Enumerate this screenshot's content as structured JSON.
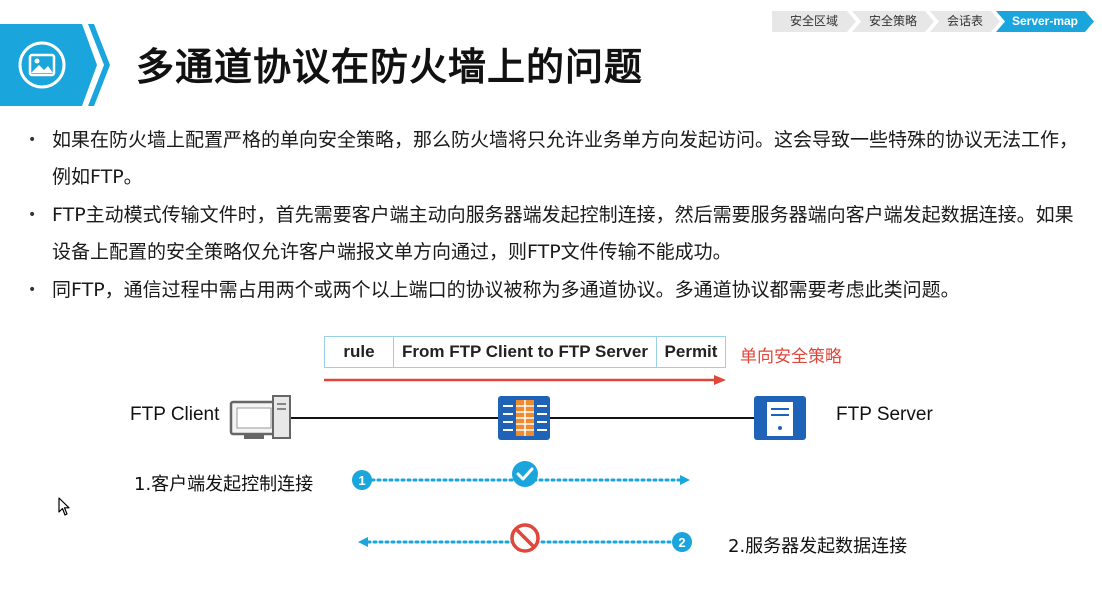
{
  "breadcrumb": {
    "items": [
      "安全区域",
      "安全策略",
      "会话表",
      "Server-map"
    ],
    "active_index": 3
  },
  "header": {
    "title": "多通道协议在防火墙上的问题",
    "icon": "image-icon",
    "accent_color": "#1aa5dc"
  },
  "bullets": [
    "如果在防火墙上配置严格的单向安全策略，那么防火墙将只允许业务单方向发起访问。这会导致一些特殊的协议无法工作，例如FTP。",
    "FTP主动模式传输文件时，首先需要客户端主动向服务器端发起控制连接，然后需要服务器端向客户端发起数据连接。如果设备上配置的安全策略仅允许客户端报文单方向通过，则FTP文件传输不能成功。",
    "同FTP，通信过程中需占用两个或两个以上端口的协议被称为多通道协议。多通道协议都需要考虑此类问题。"
  ],
  "diagram": {
    "rule": {
      "col1": "rule",
      "col2": "From FTP Client to FTP Server",
      "col3": "Permit"
    },
    "policy_label": "单向安全策略",
    "policy_color": "#e0463a",
    "client_label": "FTP Client",
    "server_label": "FTP Server",
    "step1": {
      "number": "1",
      "label": "1.客户端发起控制连接",
      "status": "allowed"
    },
    "step2": {
      "number": "2",
      "label": "2.服务器发起数据连接",
      "status": "blocked"
    },
    "allowed_color": "#1aa5dc",
    "blocked_color": "#e0463a"
  }
}
